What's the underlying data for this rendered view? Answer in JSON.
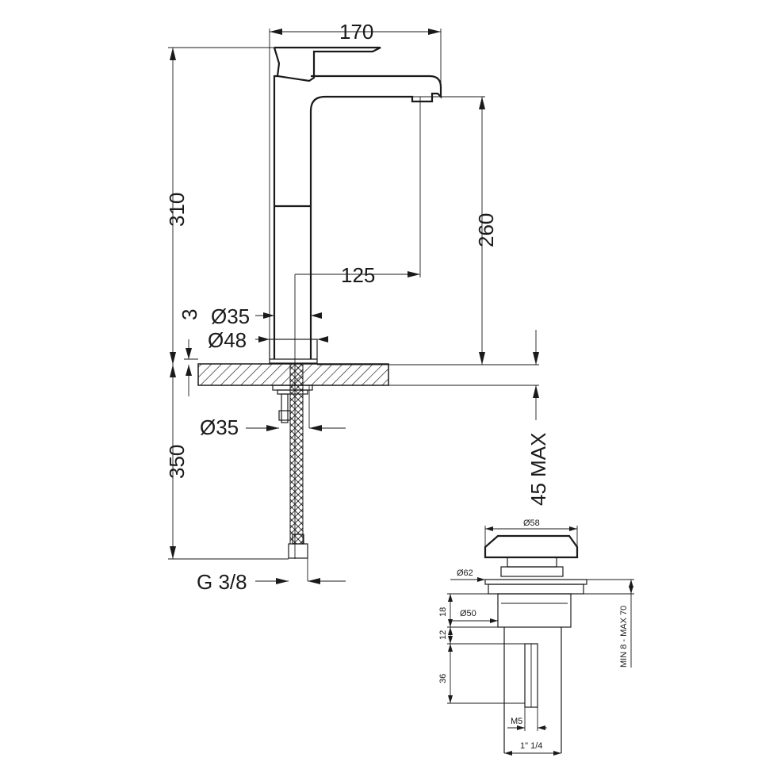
{
  "faucet_drawing": {
    "dims": {
      "width_total": "170",
      "height_total": "310",
      "spout_height": "260",
      "spout_reach": "125",
      "diameter_body": "Ø35",
      "diameter_base": "Ø48",
      "base_thickness": "3",
      "diameter_hole": "Ø35",
      "hose_length": "350",
      "connection": "G 3/8",
      "deck_max": "45 MAX"
    }
  },
  "waste_drawing": {
    "dims": {
      "cap_diameter": "Ø58",
      "flange_diameter": "Ø62",
      "body_diameter": "Ø50",
      "dim_18": "18",
      "dim_12": "12",
      "dim_36": "36",
      "thread_m5": "M5",
      "thread_outlet": "1\" 1/4",
      "range": "MIN 8 - MAX 70"
    }
  }
}
